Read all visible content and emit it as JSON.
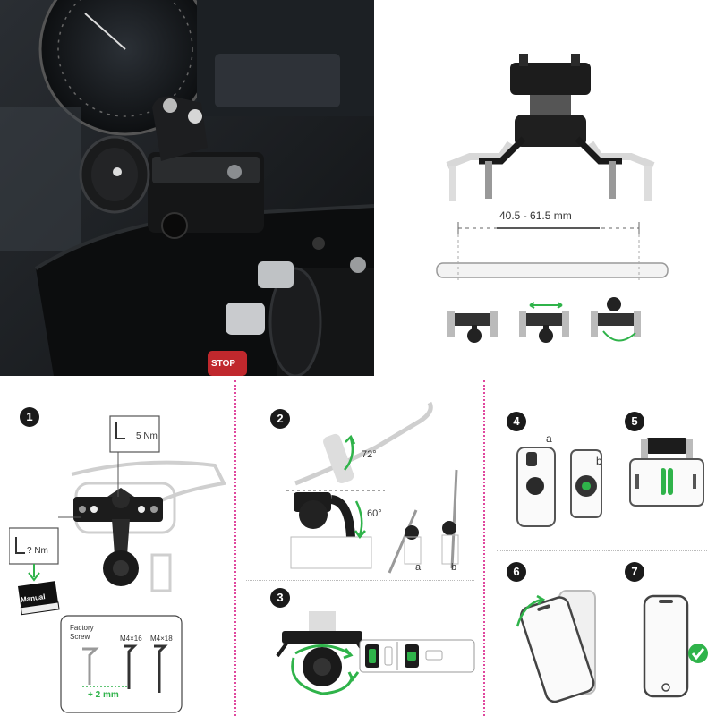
{
  "photo": {
    "stop_button": "STOP"
  },
  "dimension": {
    "label": "40.5 - 61.5 mm"
  },
  "step1": {
    "number": "1",
    "torque_top": "5 Nm",
    "torque_side": "? Nm",
    "manual_label": "Manual",
    "factory_screw": "Factory\nScrew",
    "screw_a": "M4×16",
    "screw_b": "M4×18",
    "extra_length": "+ 2 mm"
  },
  "step2": {
    "number": "2",
    "angle_up": "72°",
    "angle_down": "60°",
    "option_a": "a",
    "option_b": "b"
  },
  "step3": {
    "number": "3"
  },
  "step4": {
    "number": "4",
    "option_a": "a",
    "option_b": "b"
  },
  "step5": {
    "number": "5"
  },
  "step6": {
    "number": "6"
  },
  "step7": {
    "number": "7"
  },
  "colors": {
    "accent_green": "#2fb34a",
    "divider_pink": "#e0479e",
    "stop_red": "#c0282d"
  }
}
